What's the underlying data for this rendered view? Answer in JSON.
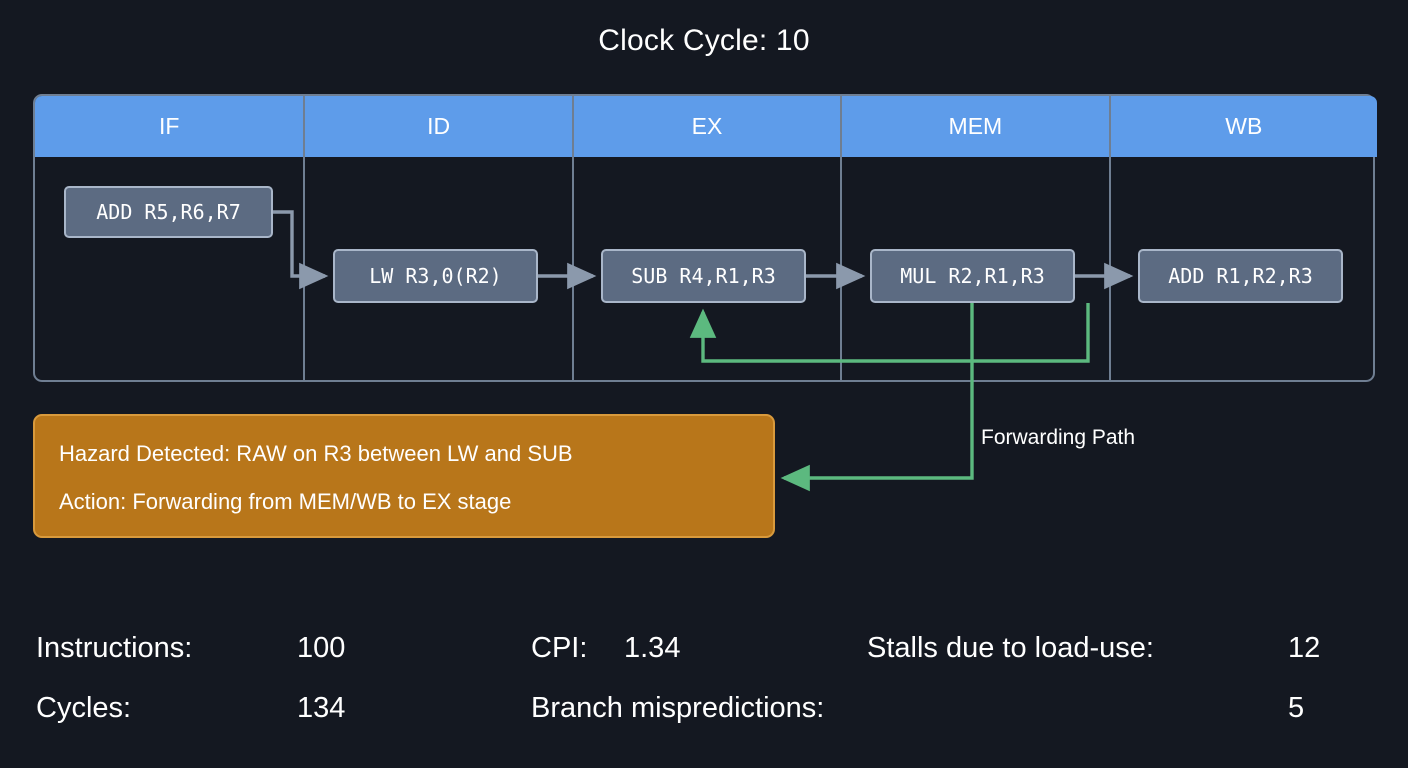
{
  "title": "Clock Cycle: 10",
  "pipeline": {
    "stages": [
      {
        "name": "IF",
        "instruction": "ADD R5,R6,R7"
      },
      {
        "name": "ID",
        "instruction": "LW R3,0(R2)"
      },
      {
        "name": "EX",
        "instruction": "SUB R4,R1,R3"
      },
      {
        "name": "MEM",
        "instruction": "MUL R2,R1,R3"
      },
      {
        "name": "WB",
        "instruction": "ADD R1,R2,R3"
      }
    ]
  },
  "hazard": {
    "line1": "Hazard Detected: RAW on R3 between LW and SUB",
    "line2": "Action: Forwarding from MEM/WB to EX stage"
  },
  "forwarding": {
    "label": "Forwarding Path"
  },
  "stats": [
    {
      "label": "Instructions:",
      "value": "100"
    },
    {
      "label": "Cycles:",
      "value": "134"
    },
    {
      "label": "CPI:",
      "value": "1.34"
    },
    {
      "label": "Branch mispredictions:",
      "value": "5"
    },
    {
      "label": "Stalls due to load-use:",
      "value": "12"
    }
  ],
  "colors": {
    "background": "#141821",
    "stage_header": "#5e9cea",
    "instruction_box": "#5c6b82",
    "hazard_box": "#b8761a",
    "forwarding_arrow": "#5cb97f",
    "pipeline_arrow": "#8b99ac",
    "text": "#ffffff"
  }
}
